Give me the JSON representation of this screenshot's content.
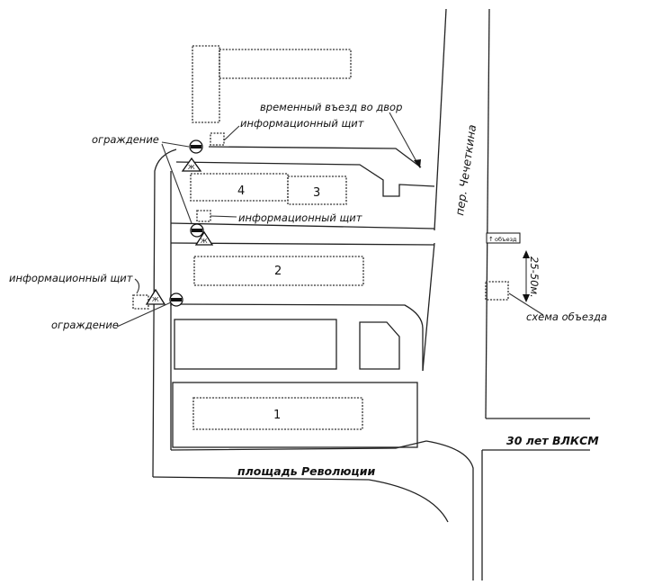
{
  "labels": {
    "temp_entry": "временный въезд во двор",
    "info_board_top": "информационный щит",
    "info_board_mid": "информационный щит",
    "info_board_left": "информационный щит",
    "fence_top": "ограждение",
    "fence_bottom": "ограждение",
    "detour_scheme": "схема объезда",
    "distance": "25-50м.",
    "detour_sign": "объезд"
  },
  "streets": {
    "chechetkina": "пер. Чечеткина",
    "revolution_square": "площадь Революции",
    "vlksm": "30 лет ВЛКСМ"
  },
  "buildings": {
    "b1": "1",
    "b2": "2",
    "b3": "3",
    "b4": "4"
  }
}
